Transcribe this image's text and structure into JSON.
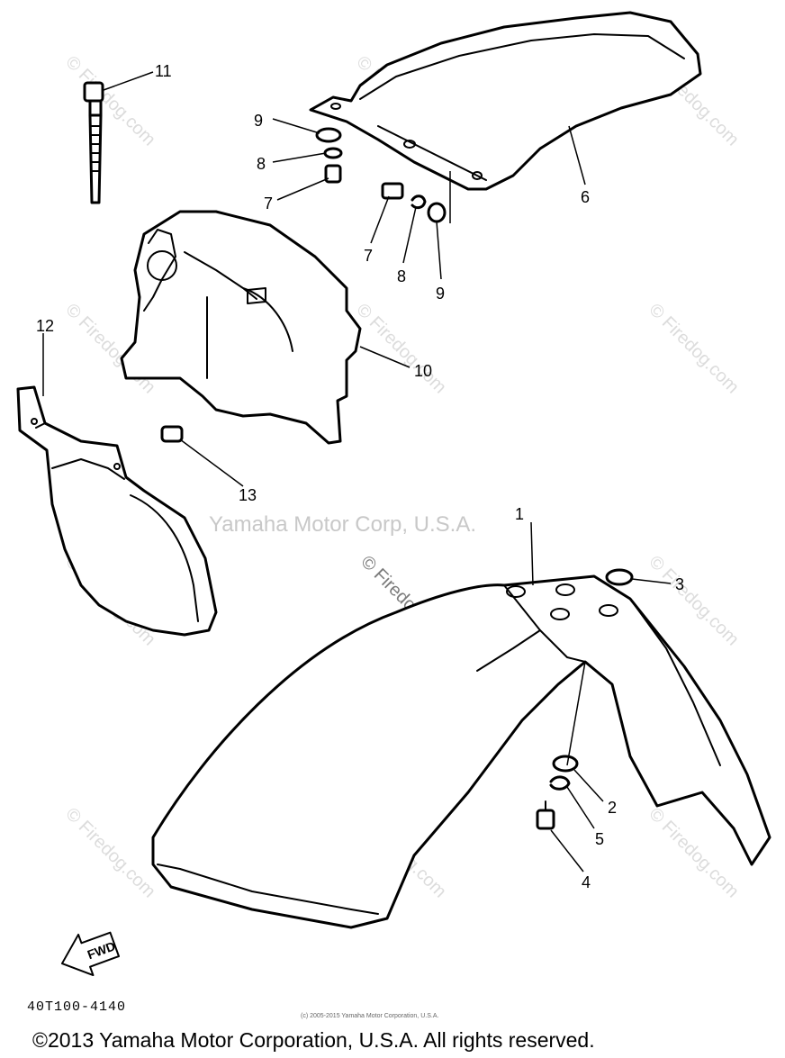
{
  "watermarks": {
    "firedog": "© Firedog.com",
    "center": "Yamaha Motor Corp, U.S.A."
  },
  "callouts": {
    "c1": "1",
    "c2": "2",
    "c3": "3",
    "c4": "4",
    "c5": "5",
    "c6": "6",
    "c7a": "7",
    "c7b": "7",
    "c8a": "8",
    "c8b": "8",
    "c9a": "9",
    "c9b": "9",
    "c10": "10",
    "c11": "11",
    "c12": "12",
    "c13": "13"
  },
  "fwd_label": "FWD",
  "diagram_code": "40T100-4140",
  "small_copyright": "(c) 2005-2015 Yamaha Motor Corporation, U.S.A.",
  "footer_copyright": "©2013 Yamaha Motor Corporation, U.S.A. All rights reserved."
}
